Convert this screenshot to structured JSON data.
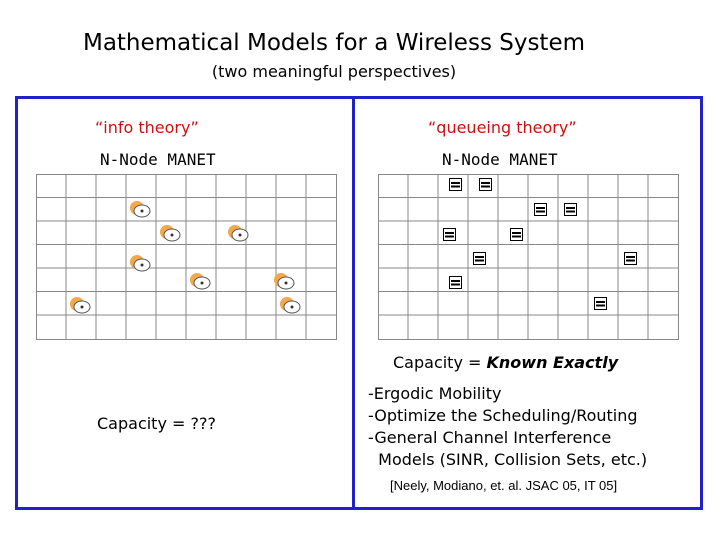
{
  "title": "Mathematical Models for a Wireless System",
  "subtitle": "(two meaningful perspectives)",
  "left": {
    "heading": "“info theory”",
    "subheading": "N-Node MANET",
    "capacity": "Capacity = ???"
  },
  "right": {
    "heading": "“queueing theory”",
    "subheading": "N-Node MANET",
    "capacity_prefix": "Capacity = ",
    "capacity_emph": "Known Exactly",
    "bullets": [
      "-Ergodic Mobility",
      "-Optimize the Scheduling/Routing",
      "-General Channel Interference",
      "  Models (SINR, Collision Sets, etc.)"
    ],
    "reference": "[Neely, Modiano, et. al. JSAC 05, IT 05]"
  },
  "colors": {
    "frame": "#1f22c8",
    "heading": "#cc1111",
    "grid": "#888888",
    "node_fill": "#f2a94a"
  },
  "icons": {
    "left_node": "wireless-node-icon",
    "right_node": "queue-node-icon"
  }
}
